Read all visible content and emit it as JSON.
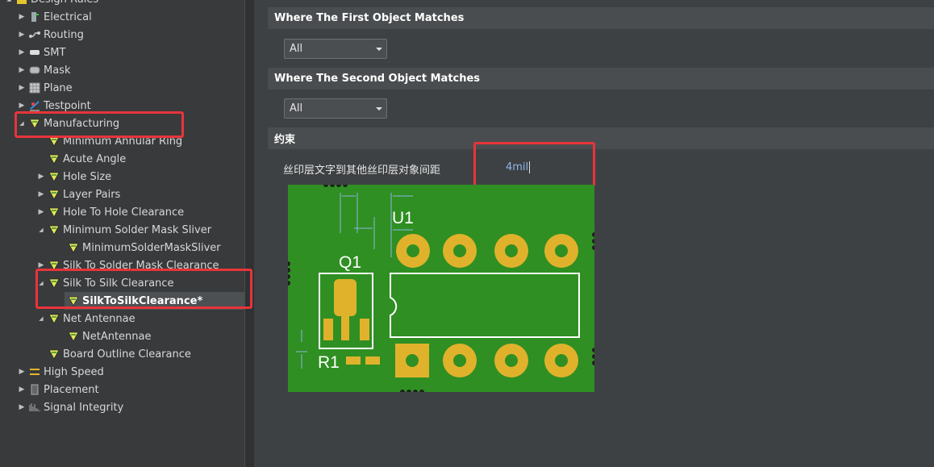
{
  "tree": {
    "items": [
      {
        "label": "Design Rules",
        "icon": "design-rules-icon"
      },
      {
        "label": "Electrical",
        "icon": "electrical-icon"
      },
      {
        "label": "Routing",
        "icon": "routing-icon"
      },
      {
        "label": "SMT",
        "icon": "smt-icon"
      },
      {
        "label": "Mask",
        "icon": "mask-icon"
      },
      {
        "label": "Plane",
        "icon": "plane-icon"
      },
      {
        "label": "Testpoint",
        "icon": "testpoint-icon"
      },
      {
        "label": "Manufacturing",
        "icon": "rule-icon"
      },
      {
        "label": "Minimum Annular Ring",
        "icon": "rule-icon"
      },
      {
        "label": "Acute Angle",
        "icon": "rule-icon"
      },
      {
        "label": "Hole Size",
        "icon": "rule-icon"
      },
      {
        "label": "Layer Pairs",
        "icon": "rule-icon"
      },
      {
        "label": "Hole To Hole Clearance",
        "icon": "rule-icon"
      },
      {
        "label": "Minimum Solder Mask Sliver",
        "icon": "rule-icon"
      },
      {
        "label": "MinimumSolderMaskSliver",
        "icon": "rule-icon"
      },
      {
        "label": "Silk To Solder Mask Clearance",
        "icon": "rule-icon"
      },
      {
        "label": "Silk To Silk Clearance",
        "icon": "rule-icon"
      },
      {
        "label": "SilkToSilkClearance*",
        "icon": "rule-icon"
      },
      {
        "label": "Net Antennae",
        "icon": "rule-icon"
      },
      {
        "label": "NetAntennae",
        "icon": "rule-icon"
      },
      {
        "label": "Board Outline Clearance",
        "icon": "rule-icon"
      },
      {
        "label": "High Speed",
        "icon": "high-speed-icon"
      },
      {
        "label": "Placement",
        "icon": "placement-icon"
      },
      {
        "label": "Signal Integrity",
        "icon": "signal-integrity-icon"
      }
    ]
  },
  "main": {
    "first_section": "Where The First Object Matches",
    "first_combo": "All",
    "second_section": "Where The Second Object Matches",
    "second_combo": "All",
    "constraints_section": "约束",
    "constraint_label": "丝印层文字到其他丝印层对象间距",
    "constraint_value": "4mil"
  },
  "diagram": {
    "labels": {
      "u1": "U1",
      "q1": "Q1",
      "r1": "R1"
    }
  },
  "colors": {
    "board": "#2f8f22",
    "pad": "#e0b22b",
    "silk": "#ffffff",
    "dimension": "#8fb6e6",
    "highlight": "#e8343a",
    "rule_icon": "#e5e55a"
  }
}
